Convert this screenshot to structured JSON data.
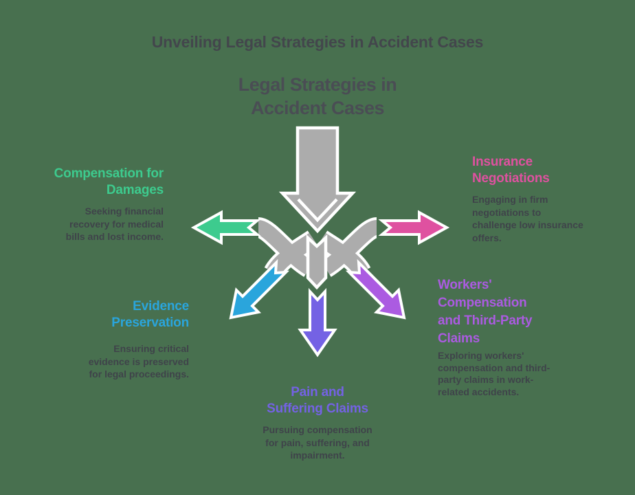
{
  "page": {
    "background_color": "#48704F",
    "top_title": "Unveiling Legal Strategies in Accident Cases",
    "top_title_color": "#43464C"
  },
  "diagram": {
    "center_title_lines": [
      "Legal Strategies in",
      "Accident Cases"
    ],
    "center_title_color": "#4A4D54",
    "body_text_color": "#3F434A",
    "hub": {
      "color": "#ACACAC",
      "outline_color": "#FFFFFF"
    },
    "sections": [
      {
        "id": "compensation-for-damages",
        "position": "left",
        "color": "#3DCB8E",
        "heading_lines": [
          "Compensation for",
          "Damages"
        ],
        "description_lines": [
          "Seeking financial",
          "recovery for medical",
          "bills and lost income."
        ]
      },
      {
        "id": "insurance-negotiations",
        "position": "right",
        "color": "#DF51A0",
        "heading_lines": [
          "Insurance",
          "Negotiations"
        ],
        "description_lines": [
          "Engaging in firm",
          "negotiations to",
          "challenge low insurance",
          "offers."
        ]
      },
      {
        "id": "evidence-preservation",
        "position": "bottom-left",
        "color": "#2AA5DC",
        "heading_lines": [
          "Evidence",
          "Preservation"
        ],
        "description_lines": [
          "Ensuring critical",
          "evidence is preserved",
          "for legal proceedings."
        ]
      },
      {
        "id": "pain-and-suffering-claims",
        "position": "bottom",
        "color": "#7462E4",
        "heading_lines": [
          "Pain and",
          "Suffering Claims"
        ],
        "description_lines": [
          "Pursuing compensation",
          "for pain, suffering, and",
          "impairment."
        ]
      },
      {
        "id": "workers-compensation-third-party-claims",
        "position": "bottom-right",
        "color": "#AB5BE1",
        "heading_lines": [
          "Workers'",
          "Compensation",
          "and Third-Party",
          "Claims"
        ],
        "description_lines": [
          "Exploring workers'",
          "compensation and third-",
          "party claims in work-",
          "related accidents."
        ]
      }
    ]
  }
}
